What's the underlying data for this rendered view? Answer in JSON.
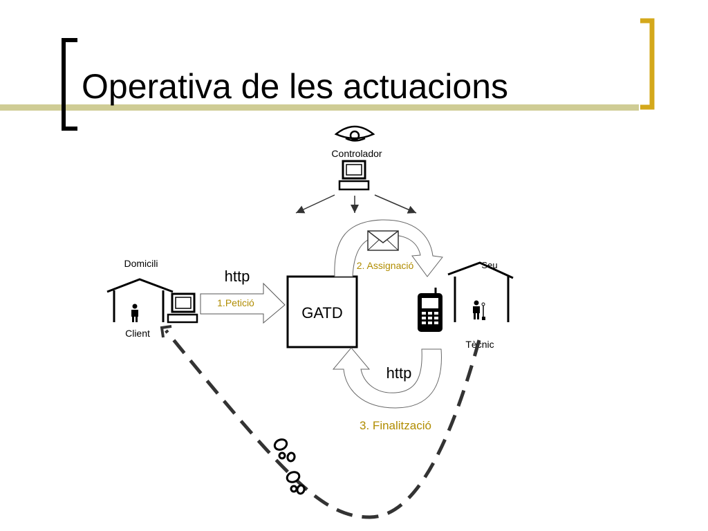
{
  "slide": {
    "title": "Operativa de les actuacions"
  },
  "diagram": {
    "nodes": {
      "controller": {
        "label": "Controlador",
        "icon": "eye-icon",
        "device": "computer-icon"
      },
      "client": {
        "place": "Domicili",
        "label": "Client",
        "icon": "person-icon",
        "device": "computer-icon"
      },
      "server": {
        "label": "GATD"
      },
      "technician": {
        "place": "Seu",
        "label": "Tècnic",
        "icon": "technician-icon",
        "device": "mobile-phone-icon"
      }
    },
    "edges": {
      "request_protocol": "http",
      "request_label": "1.Petició",
      "assign_label": "2. Assignació",
      "finish_protocol": "http",
      "finish_label": "3. Finalització"
    },
    "icons": [
      "envelope-icon",
      "footprints-icon"
    ]
  },
  "colors": {
    "accent": "#b89a10",
    "accent_line": "#c8c48a",
    "label_gold": "#b08c00",
    "text": "#000000",
    "line": "#333333"
  }
}
